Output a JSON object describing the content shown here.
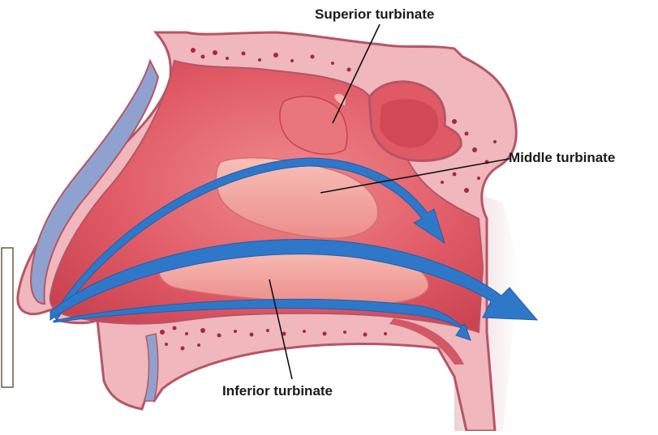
{
  "labels": {
    "superior": "Superior turbinate",
    "middle": "Middle turbinate",
    "inferior": "Inferior turbinate"
  },
  "colors": {
    "background": "#ffffff",
    "skin_outline": "#b55566",
    "skin_fill": "#f0b7bd",
    "cavity": "#df5663",
    "cavity_light": "#ea7c82",
    "turbinate": "#f39a95",
    "turbinate_highlight": "#f8b8b0",
    "bone_dots": "#a8283a",
    "cartilage_blue": "#8fa2cf",
    "airflow_arrow": "#2f77c9",
    "leader_line": "#111111",
    "frame_border": "#6b5a4a"
  }
}
